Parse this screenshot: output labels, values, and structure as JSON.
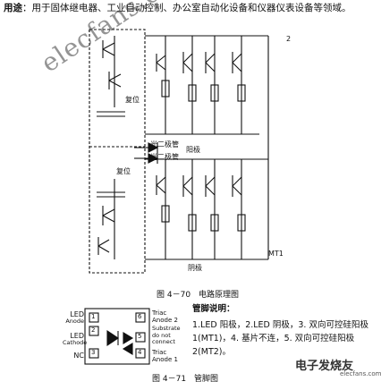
{
  "usage": {
    "label": "用途",
    "text": "：用于固体继电器、工业自动控制、办公室自动化设备和仪器仪表设备等领域。"
  },
  "circuit": {
    "rail_label": "2",
    "reset_1": "复位",
    "led_1": "光二极管",
    "anode": "阳极",
    "led_2": "光二极管",
    "reset_2": "复位",
    "mt1": "MT1",
    "cathode": "阴极"
  },
  "watermark": "elecfans.com",
  "captions": {
    "fig1": "图 4－70　电路原理图",
    "fig2": "图 4－71　管脚图"
  },
  "pins": {
    "left": [
      {
        "line1": "LED",
        "line2": "Anode"
      },
      {
        "line1": "LED",
        "line2": "Cathode"
      },
      {
        "line1": "NC"
      }
    ],
    "right": [
      {
        "line1": "Triac",
        "line2": "Anode 2"
      },
      {
        "line1": "Substrate",
        "line2": "do not",
        "line3": "connect"
      },
      {
        "line1": "Triac",
        "line2": "Anode 1"
      }
    ],
    "numbers": [
      "1",
      "2",
      "3",
      "4",
      "5",
      "6"
    ]
  },
  "pin_notes": {
    "title": "管脚说明：",
    "text": "1.LED 阳极，2.LED 阴极，3. 双向可控硅阳极 1(MT1)，4. 基片不连，5. 双向可控硅阳极 2(MT2)。"
  },
  "logo": {
    "name": "电子发烧友",
    "url": "elecfans.com"
  }
}
